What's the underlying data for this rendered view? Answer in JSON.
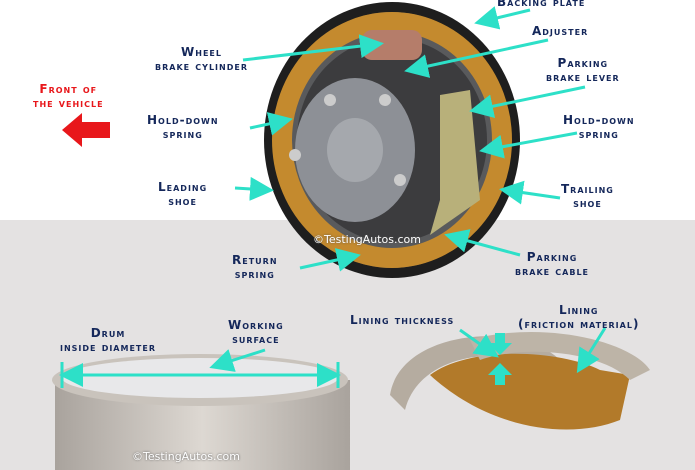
{
  "labels": {
    "backing_plate": "Backing plate",
    "adjuster": "Adjuster",
    "wheel_cylinder": [
      "Wheel",
      "brake cylinder"
    ],
    "parking_lever": [
      "Parking",
      "brake lever"
    ],
    "front": [
      "Front of",
      "the vehicle"
    ],
    "hold_down_left": [
      "Hold-down",
      "spring"
    ],
    "hold_down_right": [
      "Hold-down",
      "spring"
    ],
    "leading_shoe": [
      "Leading",
      "shoe"
    ],
    "trailing_shoe": [
      "Trailing",
      "shoe"
    ],
    "return_spring": [
      "Return",
      "spring"
    ],
    "parking_cable": [
      "Parking",
      "brake cable"
    ],
    "drum_diameter": [
      "Drum",
      "inside diameter"
    ],
    "working_surface": [
      "Working",
      "surface"
    ],
    "lining_thickness": "Lining thickness",
    "lining": [
      "Lining",
      "(friction material)"
    ]
  },
  "watermark": "©TestingAutos.com",
  "colors": {
    "label": "#14275a",
    "arrow": "#2de0c8",
    "front": "#e8171b",
    "background_lower": "#e4e2e2"
  }
}
